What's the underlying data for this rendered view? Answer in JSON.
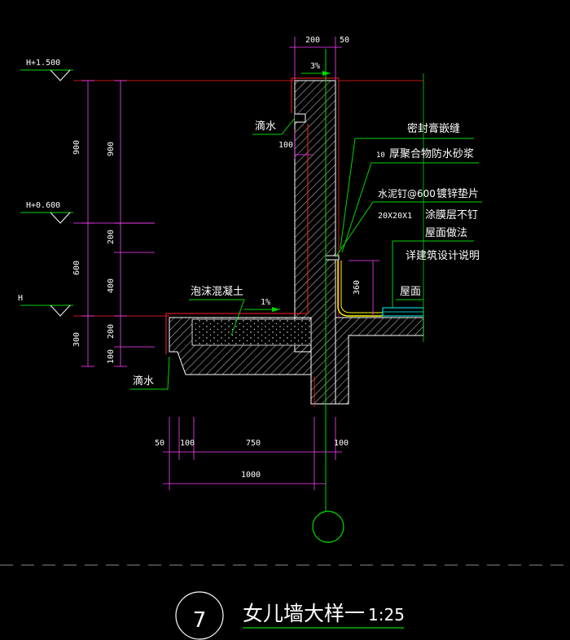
{
  "colors": {
    "bg": "#000000",
    "white": "#ffffff",
    "red": "#ff2020",
    "green": "#00d800",
    "magenta": "#ff40ff",
    "yellow": "#ffff00",
    "cyan": "#00ffff",
    "gray": "#8a8a8a"
  },
  "elevations": {
    "top": "H+1.500",
    "mid": "H+0.600",
    "base": "H"
  },
  "dims": {
    "d900_a": "900",
    "d900_b": "900",
    "d200_a": "200",
    "d400": "400",
    "d600": "600",
    "d300": "300",
    "d200_b": "200",
    "d100_left": "100",
    "d200_top": "200",
    "d50_top": "50",
    "d100_drip": "100",
    "d360": "360",
    "d50_bot": "50",
    "d100_bot_a": "100",
    "d750": "750",
    "d100_bot_b": "100",
    "d1000": "1000",
    "slope_top": "3%",
    "slope_mid": "1%"
  },
  "labels": {
    "drip_top": "滴水",
    "drip_bottom": "滴水",
    "foam_concrete": "泡沫混凝土",
    "sealant": "密封膏嵌缝",
    "mortar_num": "10",
    "mortar": "厚聚合物防水砂浆",
    "nail": "水泥钉@600",
    "washer": "镀锌垫片",
    "washer_size": "20X20X1",
    "coating": "涂膜层不钉",
    "roof_method": "屋面做法",
    "see_notes": "详建筑设计说明",
    "roof": "屋面"
  },
  "title": {
    "number": "7",
    "text": "女儿墙大样一",
    "scale": "1:25"
  }
}
